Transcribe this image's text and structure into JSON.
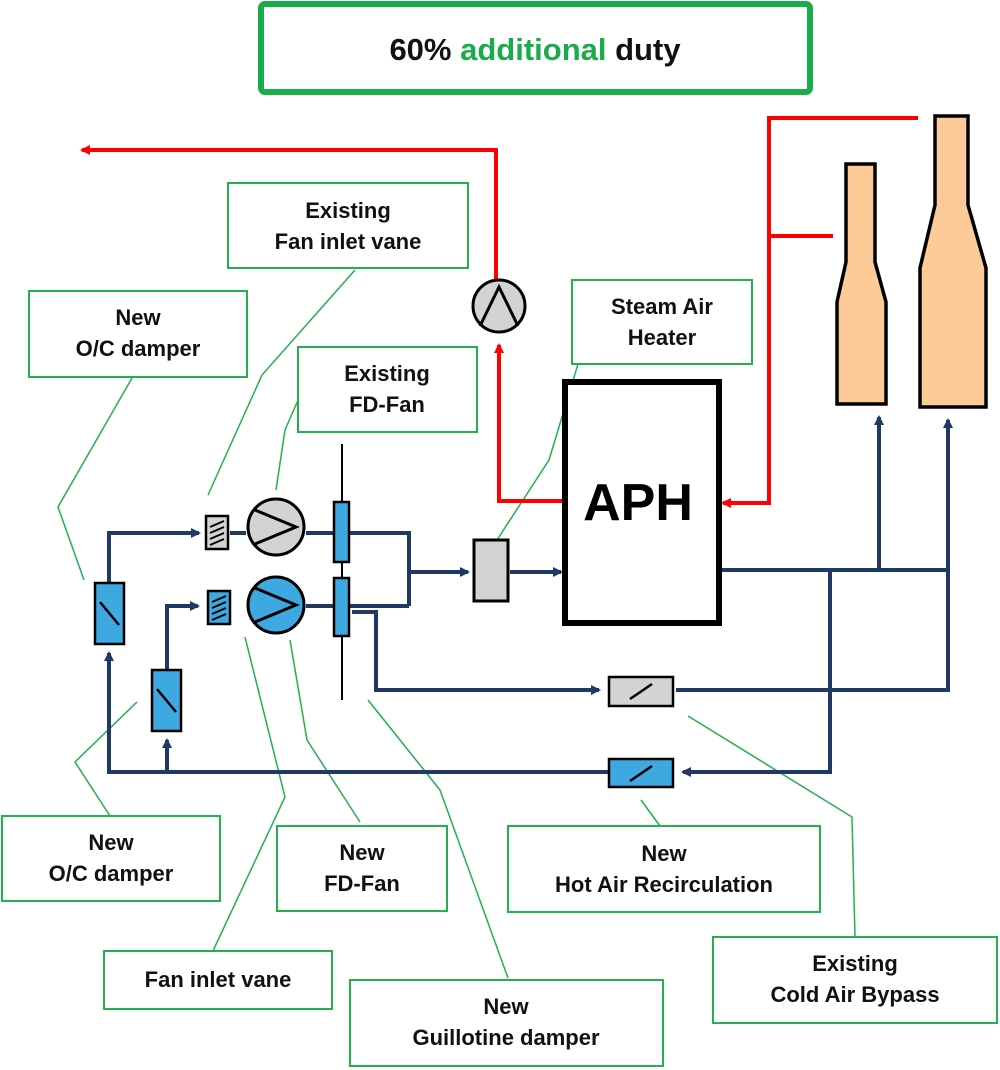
{
  "header": {
    "prefix": "60%",
    "highlight": "additional",
    "suffix": "duty"
  },
  "component": {
    "aph": "APH"
  },
  "labels": {
    "existing_fan_inlet_vane": [
      "Existing",
      "Fan inlet vane"
    ],
    "new_oc_damper_top": [
      "New",
      "O/C damper"
    ],
    "existing_fd_fan": [
      "Existing",
      "FD-Fan"
    ],
    "steam_air_heater": [
      "Steam Air",
      "Heater"
    ],
    "new_oc_damper_bottom": [
      "New",
      "O/C damper"
    ],
    "new_fd_fan": [
      "New",
      "FD-Fan"
    ],
    "new_hot_air_recirculation": [
      "New",
      "Hot Air Recirculation"
    ],
    "fan_inlet_vane": [
      "Fan inlet vane"
    ],
    "new_guillotine_damper": [
      "New",
      "Guillotine damper"
    ],
    "existing_cold_air_bypass": [
      "Existing",
      "Cold Air Bypass"
    ]
  },
  "colors": {
    "label_border": "#22b14c",
    "header_border": "#1aab4b",
    "highlight_text": "#1aab4b",
    "air_line": "#1f3864",
    "air_line_light": "#2e4d7a",
    "flue_gas_line": "#ff0000",
    "new_equipment": "#3ea8e0",
    "existing_equipment": "#d0d0d0",
    "stack_fill": "#fccb98"
  }
}
